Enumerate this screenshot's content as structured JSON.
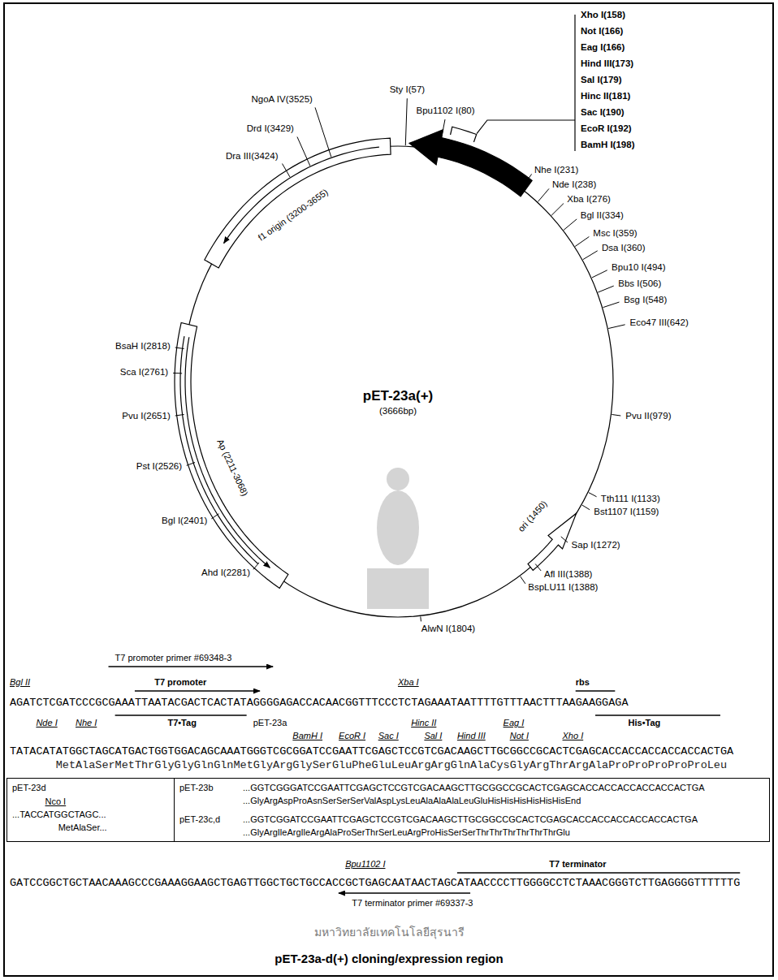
{
  "diagram": {
    "caption": "pET-23a-d(+) cloning/expression region",
    "nodes": [
      {
        "text": [
          "f1 origin (3200-3655)"
        ]
      },
      {
        "text": [
          "Ap (2211-3068)"
        ]
      },
      {
        "text": [
          "ori (1450)"
        ]
      },
      {
        "text": [
          "pET-23d",
          "Nco I",
          "...TACCATGGCTAGC...",
          "MetAlaSer...",
          "pET-23b",
          "...GGTCGGGATCCGAATTCGAGCTCCGTCGACAAGCTTGCGGCCGCACTCGAGCACCACCACCACCACCACTGA",
          "...GlyArgAspProAsnSerSerSerValAspLysLeuAlaAlaAlaLeuGluHisHisHisHisHisHisEnd",
          "pET-23c,d",
          "...GGTCGGATCCGAATTCGAGCTCCGTCGACAAGCTTGCGGCCGCACTCGAGCACCACCACCACCACCACTGA",
          "...GlyArgIleArgIleArgAlaProSerThrSerLeuArgProHisSerSerThrThrThrThrThrThrGlu"
        ]
      }
    ],
    "labels": [
      "Sty I(57)",
      "Bpu1102 I(80)",
      "Xho I(158)",
      "Not I(166)",
      "Eag I(166)",
      "Hind III(173)",
      "Sal I(179)",
      "Hinc II(181)",
      "Sac I(190)",
      "EcoR I(192)",
      "BamH I(198)",
      "Nhe I(231)",
      "Nde I(238)",
      "Xba I(276)",
      "Bgl II(334)",
      "Msc I(359)",
      "Dsa I(360)",
      "Bpu10 I(494)",
      "Bbs I(506)",
      "Bsg I(548)",
      "Eco47 III(642)",
      "Pvu II(979)",
      "Tth111 I(1133)",
      "Bst1107 I(1159)",
      "Sap I(1272)",
      "Afl III(1388)",
      "BspLU11 I(1388)",
      "AlwN I(1804)",
      "Ahd I(2281)",
      "Bgl I(2401)",
      "Pst I(2526)",
      "Pvu I(2651)",
      "Sca I(2761)",
      "BsaH I(2818)",
      "NgoA IV(3525)",
      "Drd I(3429)",
      "Dra III(3424)",
      "pET-23a(+)",
      "(3666bp)",
      "T7 promoter primer #69348-3",
      "Bgl II",
      "T7 promoter",
      "Xba I",
      "rbs",
      "AGATCTCGATCCCGCGAAATTAATACGACTCACTATAGGGGAGACCACAACGGTTTCCCTCTAGAAATAATTTTGTTTAACTTTAAGAAGGAGA",
      "Nde I",
      "Nhe I",
      "T7•Tag",
      "pET-23a",
      "BamH I",
      "EcoR I",
      "Sac I",
      "Hinc II",
      "Sal I",
      "Hind III",
      "Eag I",
      "Not I",
      "Xho I",
      "His•Tag",
      "TATACATATGGCTAGCATGACTGGTGGACAGCAAATGGGTCGCGGATCCGAATTCGAGCTCCGTCGACAAGCTTGCGGCCGCACTCGAGCACCACCACCACCACCACTGA",
      "MetAlaSerMetThrGlyGlyGlnGlnMetGlyArgGlySerGluPheGluLeuArgArgGlnAlaCysGlyArgThrArgAlaProProProProProLeu",
      "Bpu1102 I",
      "T7 terminator",
      "GATCCGGCTGCTAACAAAGCCCGAAAGGAAGCTGAGTTGGCTGCTGCCACCGCTGAGCAATAACTAGCATAACCCCTTGGGGCCTCTAAACGGGTCTTGAGGGGTTTTTTG",
      "T7 terminator primer #69337-3",
      "มหาวิทยาลัยเทคโนโลยีสุรนารี"
    ]
  }
}
